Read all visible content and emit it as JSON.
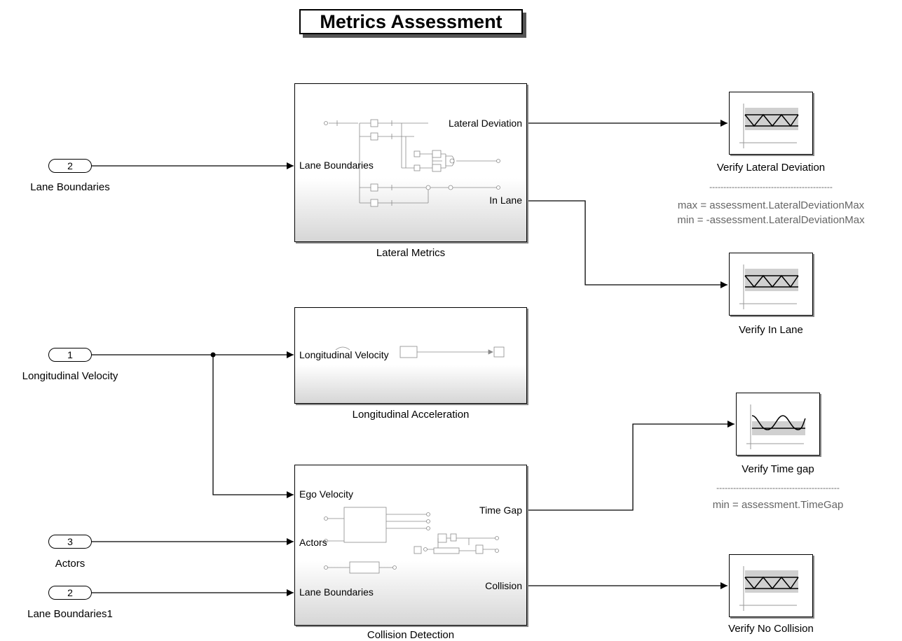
{
  "title": "Metrics Assessment",
  "inports": {
    "lane_boundaries": {
      "number": "2",
      "label": "Lane Boundaries"
    },
    "longitudinal_velocity": {
      "number": "1",
      "label": "Longitudinal Velocity"
    },
    "actors": {
      "number": "3",
      "label": "Actors"
    },
    "lane_boundaries1": {
      "number": "2",
      "label": "Lane Boundaries1"
    }
  },
  "subsystems": {
    "lateral_metrics": {
      "name": "Lateral Metrics",
      "in_ports": [
        "Lane Boundaries"
      ],
      "out_ports": [
        "Lateral Deviation",
        "In Lane"
      ]
    },
    "longitudinal_acceleration": {
      "name": "Longitudinal Acceleration",
      "in_ports": [
        "Longitudinal Velocity"
      ]
    },
    "collision_detection": {
      "name": "Collision Detection",
      "in_ports": [
        "Ego Velocity",
        "Actors",
        "Lane Boundaries"
      ],
      "out_ports": [
        "Time Gap",
        "Collision"
      ]
    }
  },
  "verify_blocks": {
    "lateral_deviation": {
      "name": "Verify Lateral Deviation",
      "separator": "--------------------------------------------",
      "params": [
        "max = assessment.LateralDeviationMax",
        "min = -assessment.LateralDeviationMax"
      ]
    },
    "in_lane": {
      "name": "Verify In Lane"
    },
    "time_gap": {
      "name": "Verify Time gap",
      "separator": "--------------------------------------------",
      "params": [
        "min = assessment.TimeGap"
      ]
    },
    "no_collision": {
      "name": "Verify No Collision"
    }
  }
}
